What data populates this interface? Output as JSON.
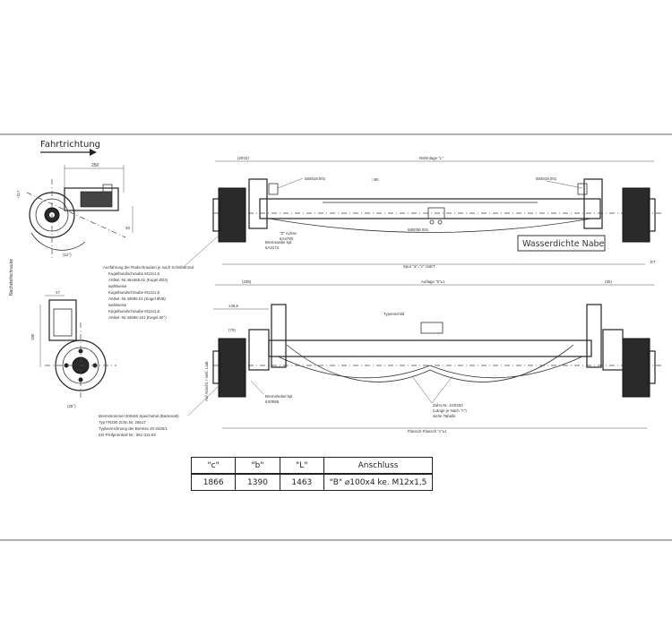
{
  "labels": {
    "direction": "Fahrtrichtung",
    "nachstellschraube": "Nachstellschraube",
    "dim_250": "250",
    "dim_2015": "(2015)",
    "dim_238": "(238)",
    "dim_30": "(30)",
    "dim_1465": "146,5",
    "dim_70": "(70)",
    "dim_27": "27",
    "dim_25": "(25°)",
    "dim_12": "(12°)",
    "dim_ET": "ET",
    "rahmlage": "Rahmlage \"L\"",
    "auflage": "Auflage \"b\"±1",
    "spur": "Spur \"a\"=\"c\"-2xET",
    "flansch": "Flansch-Flansch \"c\"±1",
    "part_684518_left": "684518.001",
    "part_684518_right": "684518.001",
    "part_680036": "680036.001",
    "typenschild": "Typenschild",
    "achse": "\"Z\" Achse",
    "achse_num": "6A4780",
    "bremsnabe": "Bremsnabe kpl.",
    "bremsnabe_num": "6A3174",
    "bremsheber": "Bremshebel kpl.",
    "bremsheber_num": "6X0086",
    "zahn": "Zahn.Nr. 1G0202",
    "zahn_note": "(Länge je Nach \"c\")",
    "zahn_note2": "siehe Tabelle",
    "auflage_ang": "Auf Anschl. / seitl. Ladr.",
    "sq80": "□80",
    "waterproof": "Wasserdichte Nabe",
    "note_lines": [
      "Ausführung der Radschrauben je nach Scheibenrad",
      "Kugelbundschraube M12x1,5",
      "Artikel.-Nr.464465.01 (Kugel Ø24)",
      "wahlweise",
      "Kugelbundschraube M12x1,5",
      "Artikel.-Nr.43695.01 (Kugel Ø28)",
      "wahlweise",
      "Kegelbundschraube M12x1,5",
      "Artikel.-Nr.43696-101 (Kegel 60°)"
    ],
    "brake_lines": [
      "Bremstrommel 200x50 Speichebel (Backmatt)",
      "Typ FR200 Zchn.Nr. 26617",
      "Typbezeichnung der Bremse 20-2425/1",
      "EG-Prüfprotokoll Nr.: 361-311-83"
    ]
  },
  "table": {
    "headers": [
      "\"c\"",
      "\"b\"",
      "\"L\"",
      "Anschluss"
    ],
    "row": [
      "1866",
      "1390",
      "1463",
      "\"B\" ⌀100x4 ke. M12x1,5"
    ]
  }
}
